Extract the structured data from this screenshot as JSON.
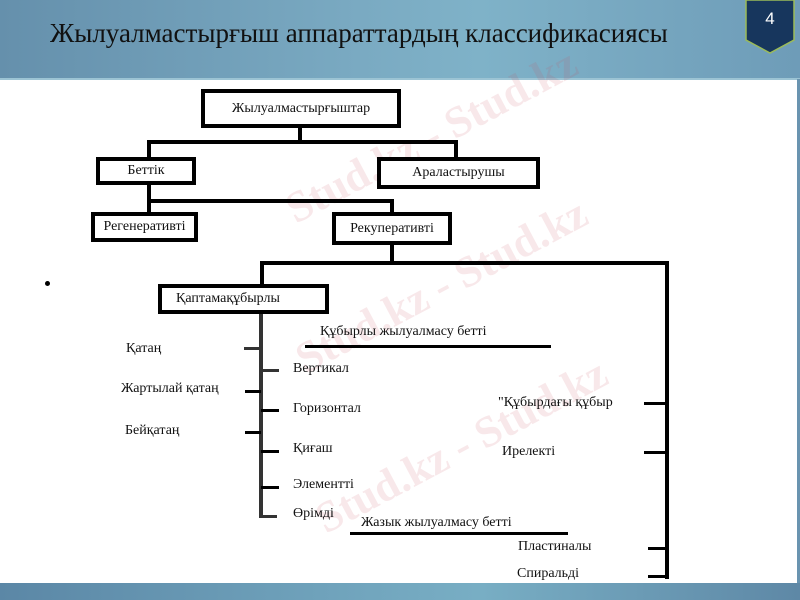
{
  "slide": {
    "title": "Жылуалмастырғыш аппараттардың классификасиясы",
    "page_number": "4",
    "colors": {
      "header": "#6e9cb8",
      "badge_fill": "#17365d",
      "badge_border": "#9bbb59",
      "line": "#000000"
    }
  },
  "diagram": {
    "root": "Жылуалмастырғыштар",
    "level1": [
      "Беттік",
      "Араластырушы"
    ],
    "level2": [
      "Регенеративті",
      "Рекуперативті"
    ],
    "shell_tube": "Қаптамақұбырлы",
    "tube_surface_label": "Құбырлы жылуалмасу беттi",
    "left_branches": [
      "Қатаң",
      "Жартылай қатаң",
      "Бейқатаң"
    ],
    "middle_branches": [
      "Вертикал",
      "Горизонтал",
      "Қиғаш",
      "Элементті",
      "Өрімді"
    ],
    "right_branches": [
      "\"Құбырдағы құбыр",
      "Ирелекті"
    ],
    "plate_surface_label": "Жазык жылуалмасу беттi",
    "plate_branches": [
      "Пластиналы",
      "Спиральді"
    ]
  },
  "watermark": "Stud.kz - Stud.kz"
}
